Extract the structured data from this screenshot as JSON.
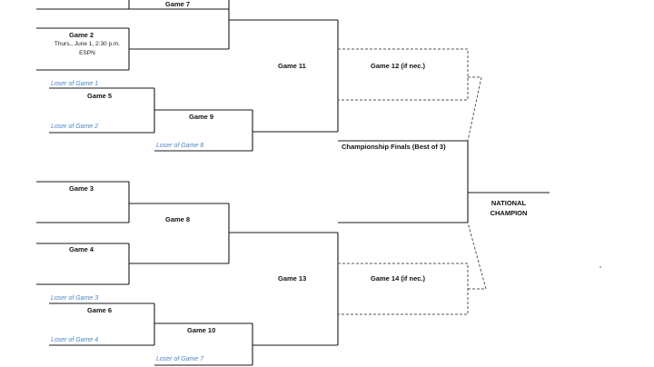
{
  "games": {
    "g7": "Game 7",
    "g2": "Game 2",
    "g2_time": "Thurs., June 1, 2:30 p.m.",
    "g2_tv": "ESPN",
    "g5": "Game 5",
    "g9": "Game 9",
    "g11": "Game 11",
    "g12": "Game 12 (if nec.)",
    "finals": "Championship Finals (Best of 3)",
    "g3": "Game 3",
    "g8": "Game 8",
    "g4": "Game 4",
    "g13": "Game 13",
    "g14": "Game 14 (if nec.)",
    "g6": "Game 6",
    "g10": "Game 10"
  },
  "slots": {
    "loser1": "Loser of Game 1",
    "loser2": "Loser of Game 2",
    "loser8": "Loser of Game 8",
    "loser3": "Loser of Game 3",
    "loser4": "Loser of Game 4",
    "loser7": "Loser of Game 7"
  },
  "champion": {
    "line1": "NATIONAL",
    "line2": "CHAMPION"
  }
}
